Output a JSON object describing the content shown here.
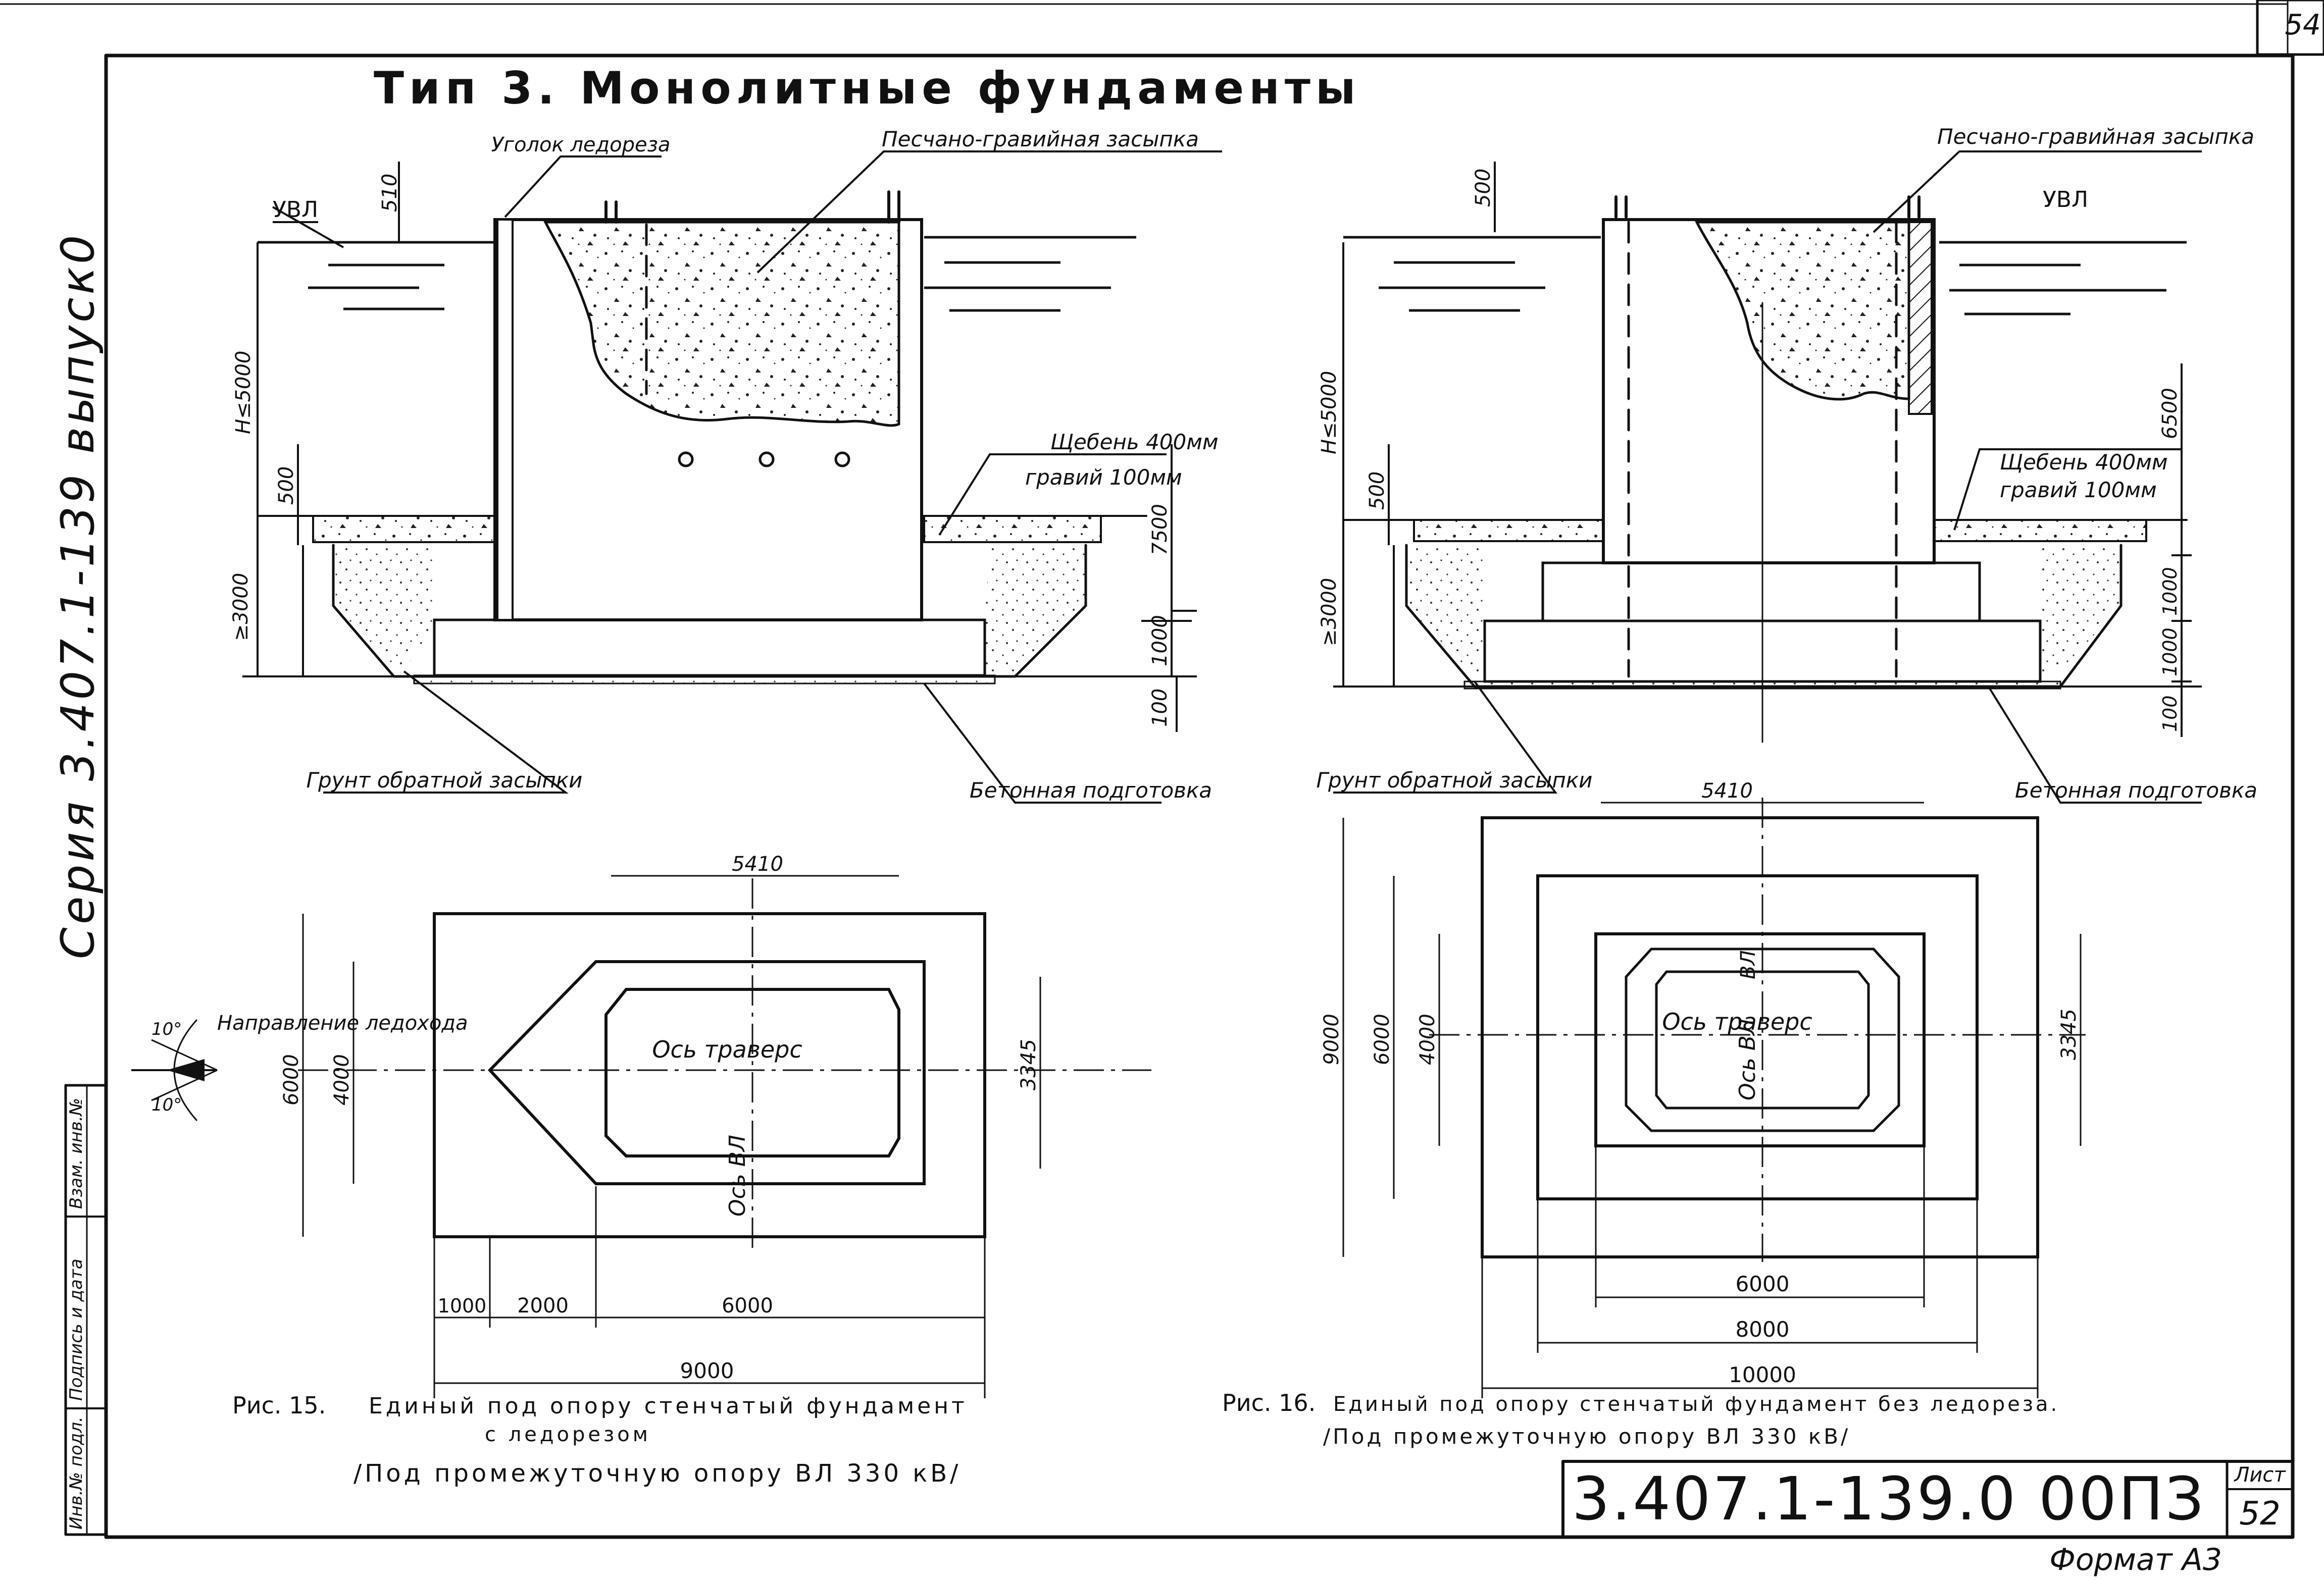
{
  "sheet": {
    "corner_number": "54",
    "title": "Тип 3. Монолитные фундаменты",
    "series_side_text": "Серия 3.407.1-139 выпуск0",
    "format_label": "Формат А3"
  },
  "stamp_side": {
    "cells": [
      "Взам. инв.№",
      "Подпись и дата",
      "Инв.№ подл."
    ]
  },
  "title_block": {
    "doc_code": "3.407.1-139.0 00ПЗ",
    "sheet_label": "Лист",
    "sheet_number": "52"
  },
  "fig15": {
    "section_labels": {
      "angle_label": "Уголок ледореза",
      "fill_label": "Песчано-гравийная засыпка",
      "uvl": "УВЛ",
      "crushed_stone": "Щебень 400мм",
      "gravel": "гравий 100мм",
      "backfill": "Грунт обратной засыпки",
      "concrete_prep": "Бетонная подготовка"
    },
    "dimensions_section": [
      "510",
      "Н≤5000",
      "500",
      "≥3000",
      "7500",
      "1000",
      "100"
    ],
    "plan_labels": {
      "traverse_axis": "Ось траверс",
      "vl_axis": "Ось ВЛ",
      "ice_direction": "Направление ледохода",
      "angle_10a": "10°",
      "angle_10b": "10°"
    },
    "dimensions_plan": {
      "top": "5410",
      "left_outer": "6000",
      "left_inner": "4000",
      "right": "3345",
      "bottom_a": "1000",
      "bottom_b": "2000",
      "bottom_c": "6000",
      "bottom_total": "9000"
    },
    "caption_num": "Рис. 15.",
    "caption_line1": "Единый под опору стенчатый фундамент",
    "caption_line2": "с ледорезом",
    "caption_line3": "/Под промежуточную опору ВЛ 330 кВ/"
  },
  "fig16": {
    "section_labels": {
      "fill_label": "Песчано-гравийная засыпка",
      "uvl": "УВЛ",
      "crushed_stone": "Щебень 400мм",
      "gravel": "гравий 100мм",
      "backfill": "Грунт обратной засыпки",
      "concrete_prep": "Бетонная подготовка"
    },
    "dimensions_section": [
      "500",
      "Н≤5000",
      "500",
      "≥3000",
      "6500",
      "1000",
      "1000",
      "100"
    ],
    "plan_labels": {
      "traverse_axis": "Ось траверс",
      "vl_axis": "Ось ВЛ",
      "vl_top": "ВЛ"
    },
    "dimensions_plan": {
      "top": "5410",
      "left_outer": "9000",
      "left_mid": "6000",
      "left_inner": "4000",
      "right": "3345",
      "bottom_a": "6000",
      "bottom_b": "8000",
      "bottom_c": "10000"
    },
    "caption_num": "Рис. 16.",
    "caption_line1": "Единый под опору стенчатый фундамент без ледореза.",
    "caption_line2": "/Под промежуточную опору ВЛ 330 кВ/"
  }
}
